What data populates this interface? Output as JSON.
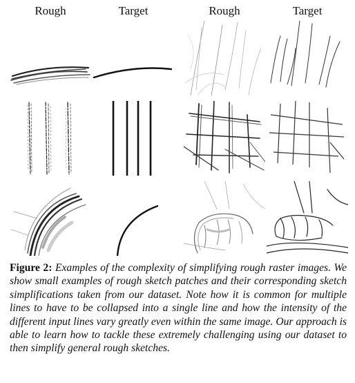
{
  "figure": {
    "column_headers": [
      "Rough",
      "Target",
      "Rough",
      "Target"
    ],
    "caption_label": "Figure 2:",
    "caption_text": "Examples of the complexity of simplifying rough raster images. We show small examples of rough sketch patches and their corresponding sketch simplifications taken from our dataset. Note how it is common for multiple lines to have to be collapsed into a single line and how the intensity of the different input lines vary greatly even within the same image. Our approach is able to learn how to tackle these extremely challenging using our dataset to then simplify general rough sketches."
  }
}
